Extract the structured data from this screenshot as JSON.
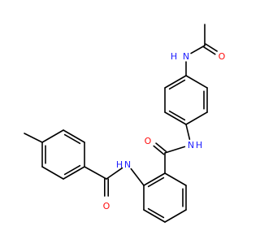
{
  "molecule": {
    "atom_colors": {
      "N": "#2020ff",
      "O": "#ff0d0d",
      "C": "#000000"
    },
    "atoms": [
      {
        "id": "n_acet",
        "text": "N",
        "sub": "H",
        "element": "N"
      },
      {
        "id": "o_acet",
        "text": "O",
        "element": "O"
      },
      {
        "id": "n_amide1",
        "text": "N",
        "sub": "H",
        "element": "N"
      },
      {
        "id": "o_amide1",
        "text": "O",
        "element": "O"
      },
      {
        "id": "n_amide2",
        "text": "N",
        "sub": "H",
        "element": "N"
      },
      {
        "id": "o_amide2",
        "text": "O",
        "element": "O"
      }
    ]
  }
}
